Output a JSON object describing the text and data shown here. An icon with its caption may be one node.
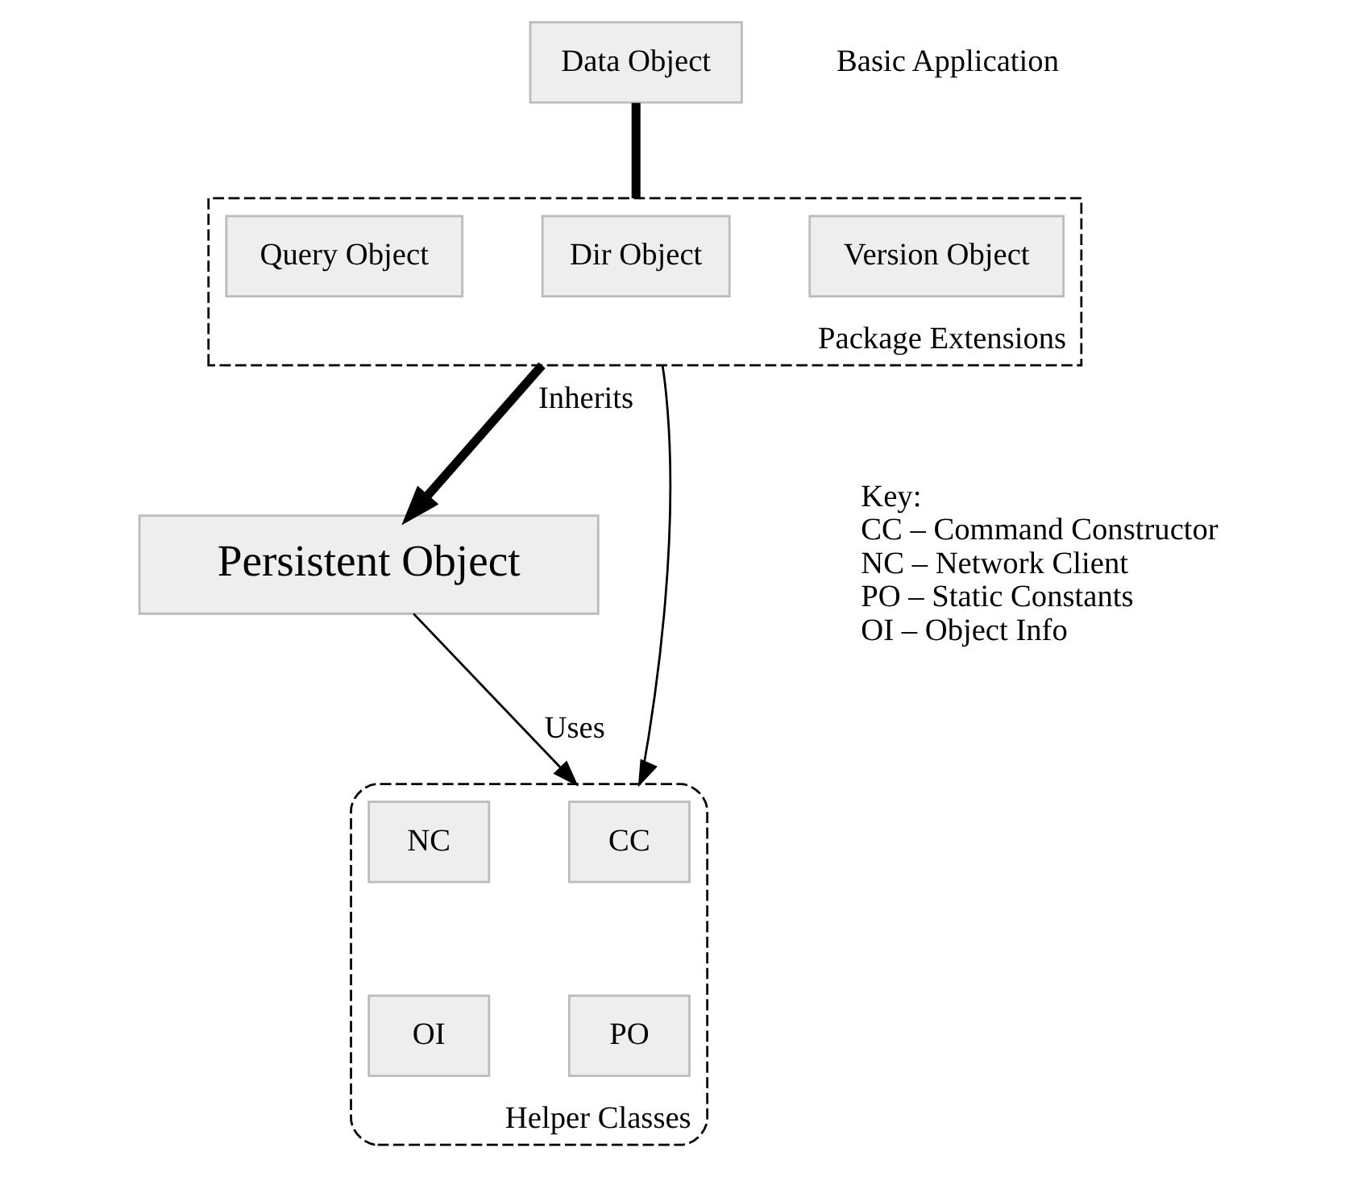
{
  "diagram": {
    "nodes": [
      {
        "text": [
          "Data Object"
        ],
        "beside": [
          "Basic Application"
        ]
      },
      {
        "text": [
          "Package Extensions"
        ]
      },
      {
        "text": [
          "Version Object"
        ],
        "in": 1
      },
      {
        "text": [
          "Dir Object"
        ],
        "in": 1
      },
      {
        "text": [
          "Query Object"
        ],
        "in": 1
      },
      {
        "text": [
          "Persistent Object"
        ]
      },
      {
        "text": [
          "Helper Classes"
        ]
      },
      {
        "text": [
          "CC"
        ],
        "in": 6
      },
      {
        "text": [
          "NC"
        ],
        "in": 6
      },
      {
        "text": [
          "PO"
        ],
        "in": 6
      },
      {
        "text": [
          "OI"
        ],
        "in": 6
      }
    ],
    "edges": [
      {
        "from": 0,
        "to": 1,
        "arrow": "none",
        "style": "thick"
      },
      {
        "from": 1,
        "to": 5,
        "arrow": "to",
        "style": "thick",
        "label": "Inherits"
      },
      {
        "from": 1,
        "to": 6,
        "arrow": "to"
      },
      {
        "from": 5,
        "to": 6,
        "arrow": "to",
        "label": "Uses"
      }
    ],
    "labels": [
      "Key:",
      "CC – Command Constructor",
      "NC – Network Client",
      "PO – Static Constants",
      "OI – Object Info"
    ]
  }
}
